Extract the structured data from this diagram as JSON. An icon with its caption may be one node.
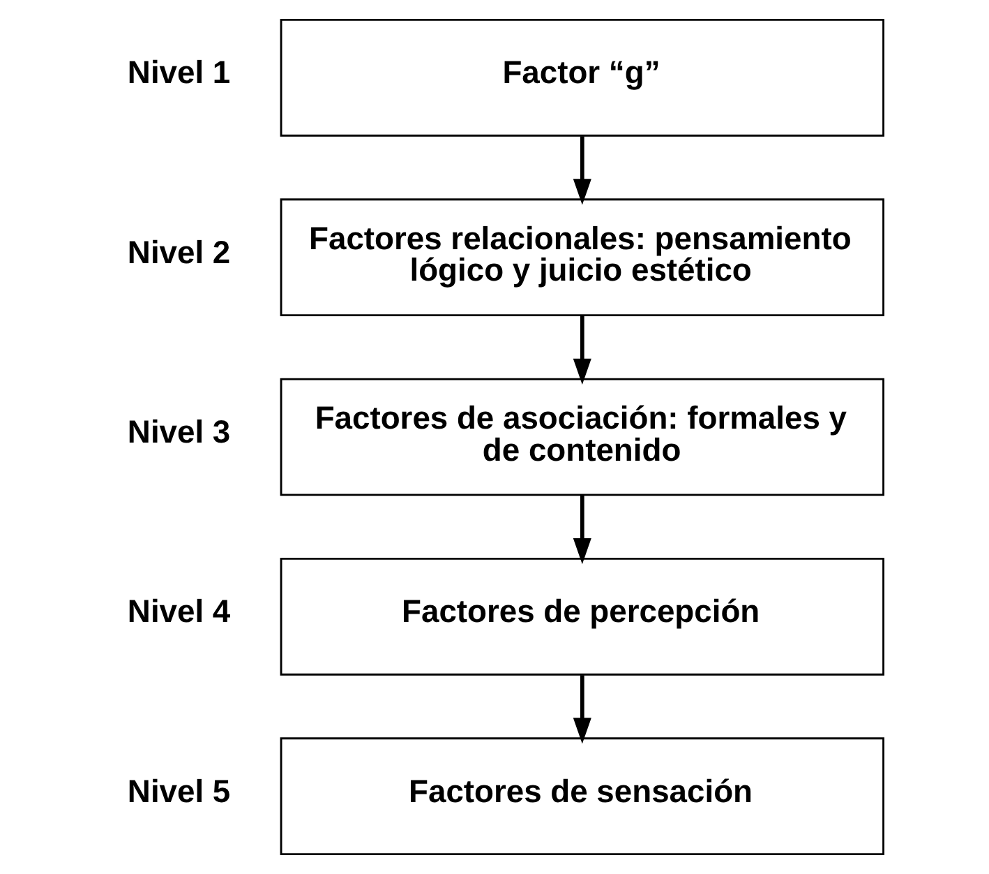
{
  "diagram": {
    "nodes": [
      {
        "text": [
          "Factor “g”"
        ],
        "beside": [
          "Nivel 1"
        ]
      },
      {
        "text": [
          "Factores relacionales: pensamiento lógico y juicio estético"
        ],
        "beside": [
          "Nivel 2"
        ]
      },
      {
        "text": [
          "Factores de asociación: formales y de contenido"
        ],
        "beside": [
          "Nivel 3"
        ]
      },
      {
        "text": [
          "Factores de percepción"
        ],
        "beside": [
          "Nivel 4"
        ]
      },
      {
        "text": [
          "Factores de sensación"
        ],
        "beside": [
          "Nivel 5"
        ]
      }
    ],
    "edges": [
      {
        "from": 0,
        "to": 1,
        "arrow": "to"
      },
      {
        "from": 1,
        "to": 2,
        "arrow": "to"
      },
      {
        "from": 2,
        "to": 3,
        "arrow": "to"
      },
      {
        "from": 3,
        "to": 4,
        "arrow": "to"
      }
    ]
  }
}
